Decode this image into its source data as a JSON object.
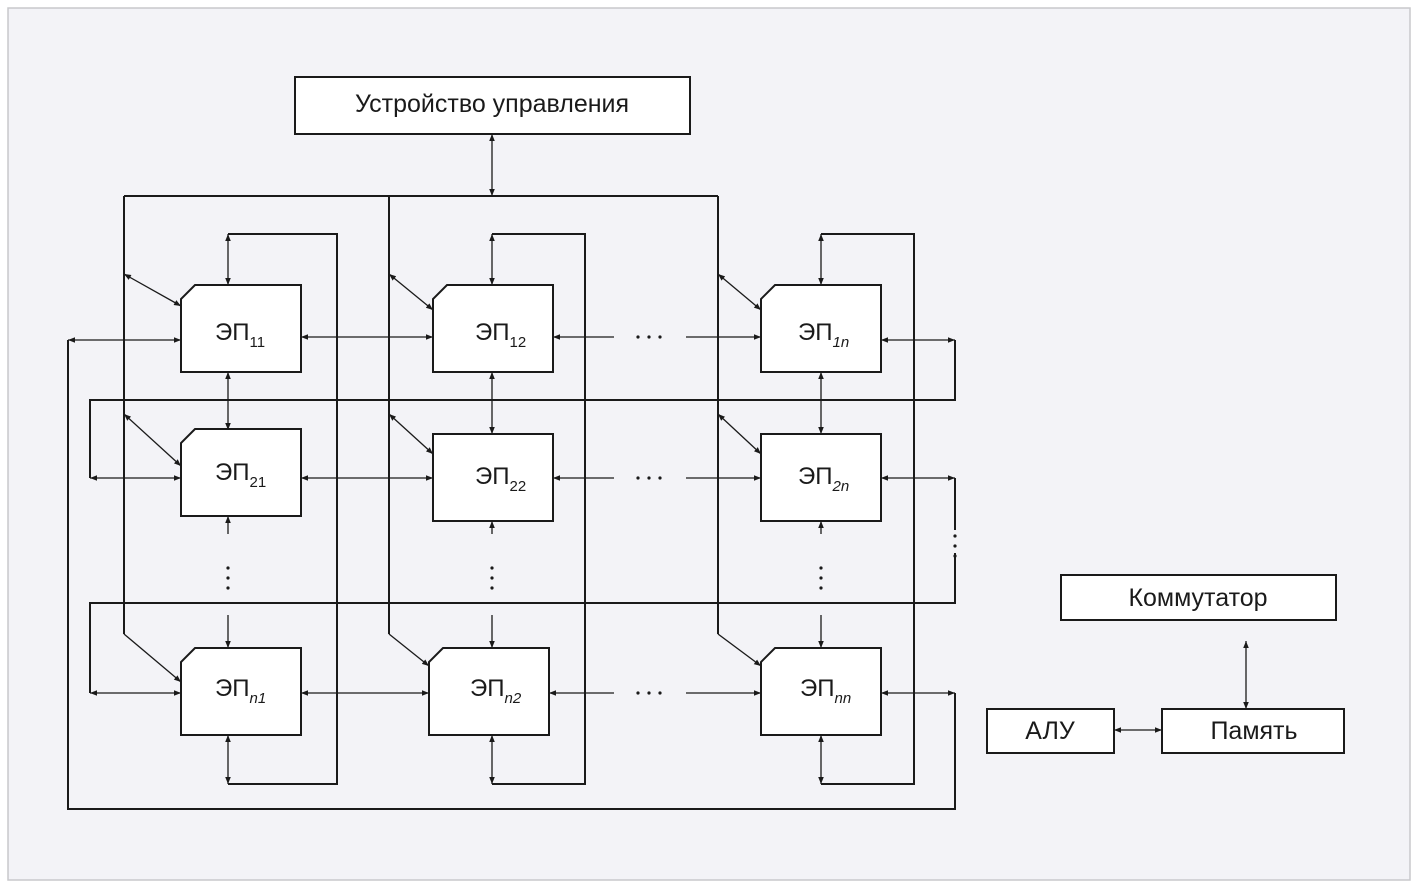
{
  "diagram": {
    "control_unit": "Устройство управления",
    "switch": "Коммутатор",
    "alu": "АЛУ",
    "memory": "Память",
    "elements": [
      {
        "id": "11",
        "base": "ЭП",
        "sub": "11"
      },
      {
        "id": "12",
        "base": "ЭП",
        "sub": "12"
      },
      {
        "id": "1n",
        "base": "ЭП",
        "sub": "1n"
      },
      {
        "id": "21",
        "base": "ЭП",
        "sub": "21"
      },
      {
        "id": "22",
        "base": "ЭП",
        "sub": "22"
      },
      {
        "id": "2n",
        "base": "ЭП",
        "sub": "2n"
      },
      {
        "id": "n1",
        "base": "ЭП",
        "sub": "n1"
      },
      {
        "id": "n2",
        "base": "ЭП",
        "sub": "n2"
      },
      {
        "id": "nn",
        "base": "ЭП",
        "sub": "nn"
      }
    ]
  },
  "colors": {
    "background": "#f3f3f7",
    "border": "#c8c8cc",
    "stroke": "#1a1a1a",
    "box_fill": "#ffffff"
  }
}
